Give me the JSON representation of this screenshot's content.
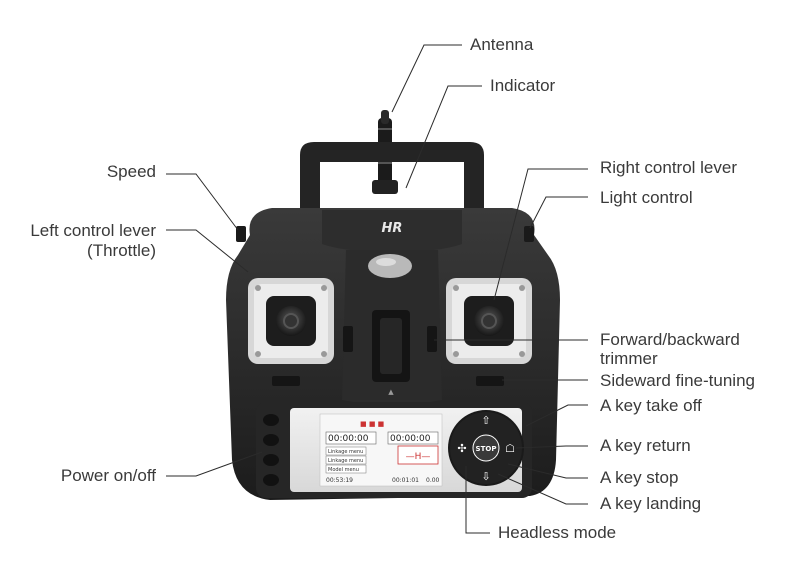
{
  "device": {
    "brand_logo": "HR",
    "stop_button_label": "STOP",
    "lcd": {
      "timer_left": "00:00:00",
      "timer_right": "00:00:00",
      "menu_items": [
        "Linkage menu",
        "Linkage menu",
        "Model menu"
      ],
      "clock": "00:53:19",
      "clock2": "00:01:01",
      "value": "0.00"
    }
  },
  "callouts": {
    "antenna": "Antenna",
    "indicator": "Indicator",
    "speed": "Speed",
    "left_lever_line1": "Left control lever",
    "left_lever_line2": "(Throttle)",
    "right_lever": "Right control lever",
    "light_control": "Light control",
    "trimmer_line1": "Forward/backward",
    "trimmer_line2": "trimmer",
    "sideward": "Sideward fine-tuning",
    "take_off": "A key take off",
    "key_return": "A key return",
    "key_stop": "A key stop",
    "landing": "A key landing",
    "headless": "Headless mode",
    "power": "Power on/off"
  }
}
